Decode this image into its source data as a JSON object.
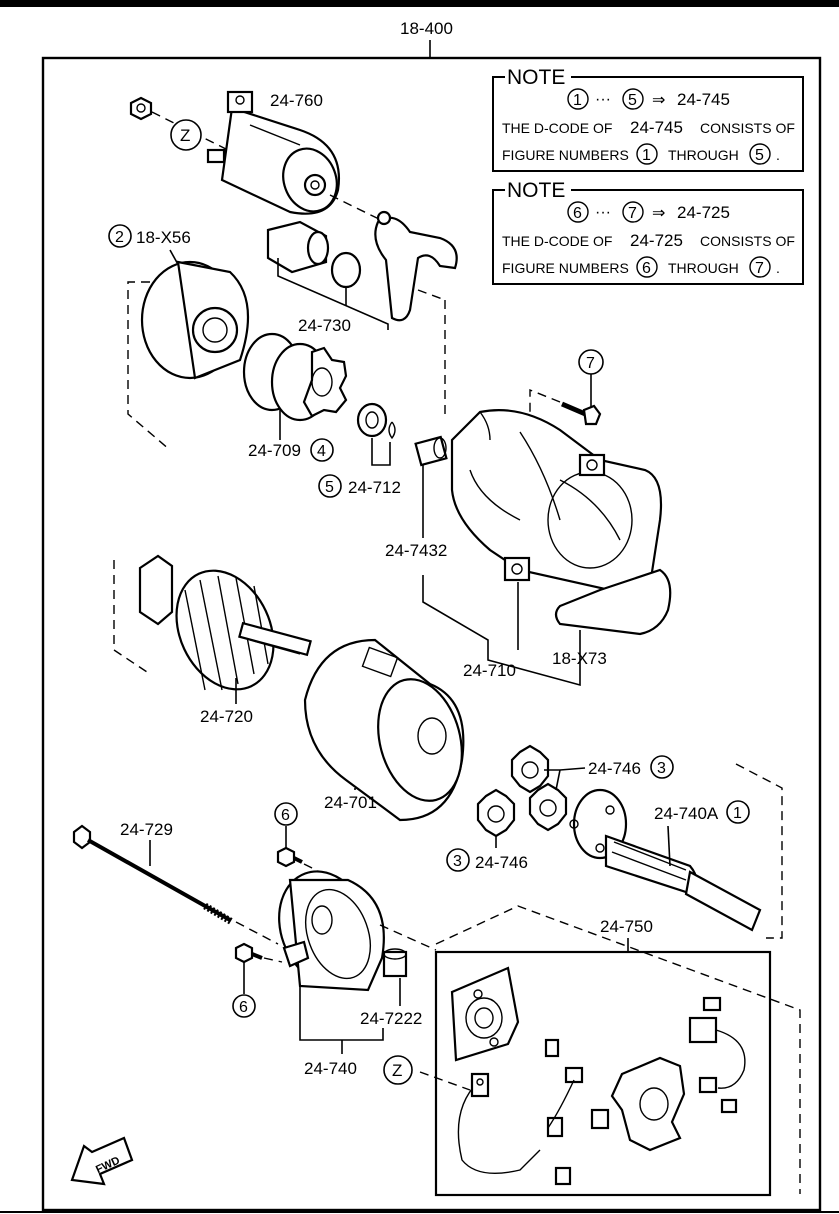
{
  "header": {
    "group_code": "18-400"
  },
  "notes": [
    {
      "title": "NOTE",
      "range_start": "1",
      "range_end": "5",
      "ellipsis": "···",
      "arrow": "⇒",
      "target_code": "24-745",
      "line1_prefix": "THE D-CODE OF",
      "line1_code": "24-745",
      "line1_suffix": "CONSISTS OF",
      "line2_prefix": "FIGURE NUMBERS",
      "line2_through": "THROUGH",
      "period": "."
    },
    {
      "title": "NOTE",
      "range_start": "6",
      "range_end": "7",
      "ellipsis": "···",
      "arrow": "⇒",
      "target_code": "24-725",
      "line1_prefix": "THE D-CODE OF",
      "line1_code": "24-725",
      "line1_suffix": "CONSISTS OF",
      "line2_prefix": "FIGURE NUMBERS",
      "line2_through": "THROUGH",
      "period": "."
    }
  ],
  "labels": {
    "solenoid": "24-760",
    "front_housing": "18-X56",
    "front_housing_num": "2",
    "lever_kit": "24-730",
    "clutch": "24-709",
    "clutch_num": "4",
    "stop_ring": "24-712",
    "stop_ring_num": "5",
    "bush": "24-7432",
    "housing_assy": "24-710",
    "gasket": "18-X73",
    "armature": "24-720",
    "yoke": "24-701",
    "gear_upper": "24-746",
    "gear_upper_num": "3",
    "gear_lower": "24-746",
    "gear_lower_num": "3",
    "shaft": "24-740A",
    "shaft_num": "1",
    "through_bolt": "24-729",
    "screw_upper_num": "6",
    "screw_lower_num": "6",
    "bolt_num": "7",
    "end_cover_bush": "24-7222",
    "end_cover": "24-740",
    "brush_holder": "24-750",
    "ref_z_top": "Z",
    "ref_z_bottom": "Z",
    "fwd": "FWD"
  }
}
